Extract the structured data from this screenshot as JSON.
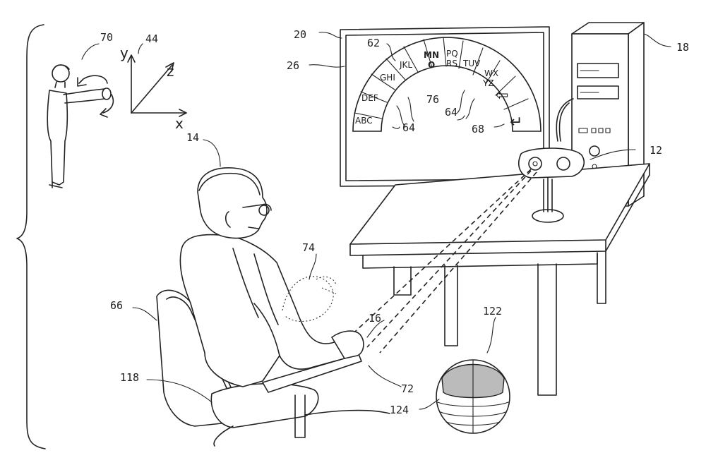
{
  "labels": {
    "brace": "",
    "r70": "70",
    "r44": "44",
    "r20": "20",
    "r26": "26",
    "r62": "62",
    "r18": "18",
    "r76": "76",
    "r64a": "64",
    "r64b": "64",
    "r68": "68",
    "r12": "12",
    "r14": "14",
    "r74": "74",
    "r66": "66",
    "r16": "16",
    "r122": "122",
    "r118": "118",
    "r72": "72",
    "r124": "124",
    "axis_x": "x",
    "axis_y": "y",
    "axis_z": "z"
  },
  "keyboard": {
    "k_abc": "ABC",
    "k_def": "DEF",
    "k_ghi": "GHI",
    "k_jkl": "JKL",
    "k_mno1": "MN",
    "k_mno2": "O",
    "k_pqrs1": "PQ",
    "k_pqrs2": "RS",
    "k_tuv": "TUV",
    "k_wxyz1": "WX",
    "k_wxyz2": "YZ",
    "k_back": "⇦",
    "k_enter": "↵"
  }
}
